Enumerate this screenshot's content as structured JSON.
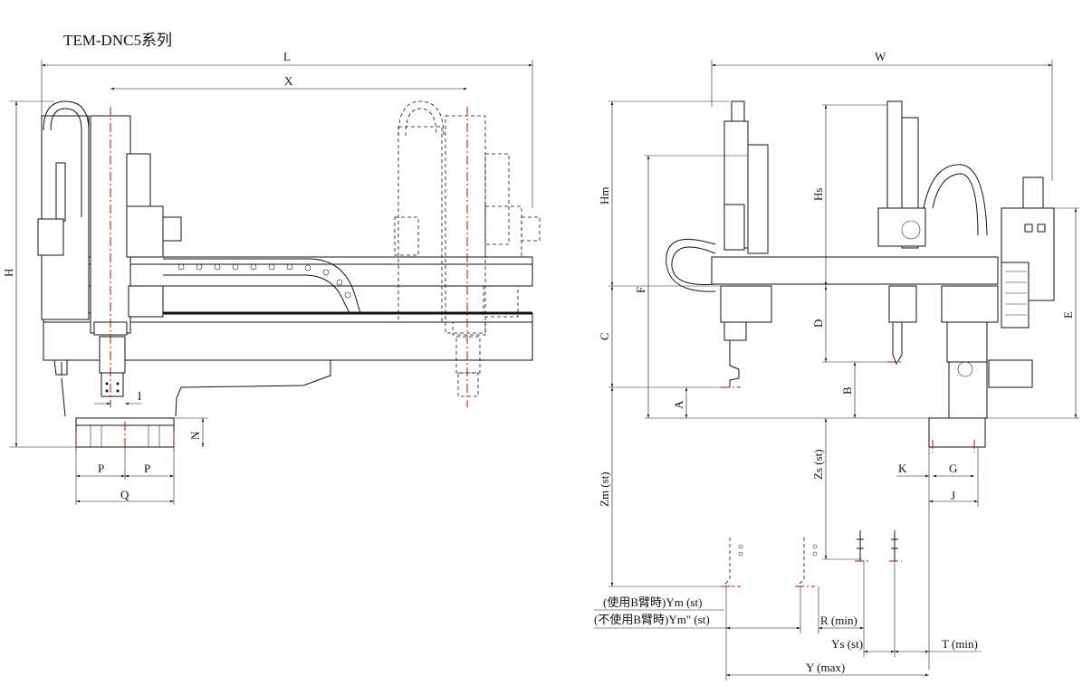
{
  "title": "TEM-DNC5系列",
  "labels": {
    "L": "L",
    "X": "X",
    "H": "H",
    "I": "I",
    "N": "N",
    "P1": "P",
    "P2": "P",
    "Q": "Q",
    "W": "W",
    "Hm": "Hm",
    "Hs": "Hs",
    "F": "F",
    "C": "C",
    "D": "D",
    "E": "E",
    "A": "A",
    "B": "B",
    "Zs": "Zs (st)",
    "Zm": "Zm (st)",
    "K": "K",
    "G": "G",
    "J": "J",
    "Ym": "(使用B臂時)Ym (st)",
    "Ym2": "(不使用B臂時)Ym\" (st)",
    "R": "R (min)",
    "Ys": "Ys (st)",
    "T": "T (min)",
    "Y": "Y (max)"
  }
}
